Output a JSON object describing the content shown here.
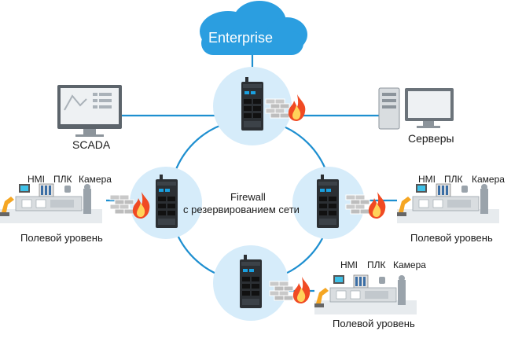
{
  "cloud": {
    "label": "Enterprise"
  },
  "nodes": {
    "scada": {
      "label": "SCADA"
    },
    "servers": {
      "label": "Серверы"
    }
  },
  "center_text": {
    "line1": "Firewall",
    "line2": "с резервированием сети"
  },
  "field_left": {
    "hmi": "HMI",
    "plc": "ПЛК",
    "camera": "Камера",
    "label": "Полевой уровень"
  },
  "field_right": {
    "hmi": "HMI",
    "plc": "ПЛК",
    "camera": "Камера",
    "label": "Полевой уровень"
  },
  "field_bottom": {
    "hmi": "HMI",
    "plc": "ПЛК",
    "camera": "Камера",
    "label": "Полевой уровень"
  },
  "colors": {
    "link": "#1e8fd0",
    "cloud": "#2b9ee0",
    "ring_halo": "#d6ecfa",
    "fire": "#f04a23",
    "brick": "#c9c9c9",
    "device": "#2b2f33"
  }
}
